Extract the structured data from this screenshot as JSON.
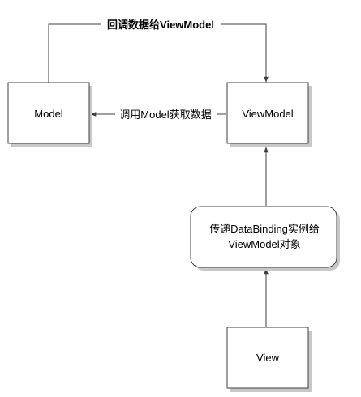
{
  "diagram": {
    "nodes": {
      "model": {
        "label": "Model",
        "shape": "rectangle"
      },
      "viewmodel": {
        "label": "ViewModel",
        "shape": "rectangle"
      },
      "view": {
        "label": "View",
        "shape": "rectangle"
      },
      "binding": {
        "line1": "传递DataBinding实例给",
        "line2": "ViewModel对象",
        "shape": "rounded-rectangle"
      }
    },
    "edges": {
      "callback": {
        "label": "回调数据给ViewModel",
        "from": "Model",
        "to": "ViewModel"
      },
      "call_model": {
        "label": "调用Model获取数据",
        "from": "ViewModel",
        "to": "Model"
      },
      "binding_to_viewmodel": {
        "from": "传递DataBinding实例给ViewModel对象",
        "to": "ViewModel"
      },
      "view_to_binding": {
        "from": "View",
        "to": "传递DataBinding实例给ViewModel对象"
      }
    },
    "colors": {
      "node_fill": "#ffffff",
      "shadow": "#c8c8c8",
      "border": "#404040",
      "line": "#404040",
      "text": "#000000"
    }
  }
}
